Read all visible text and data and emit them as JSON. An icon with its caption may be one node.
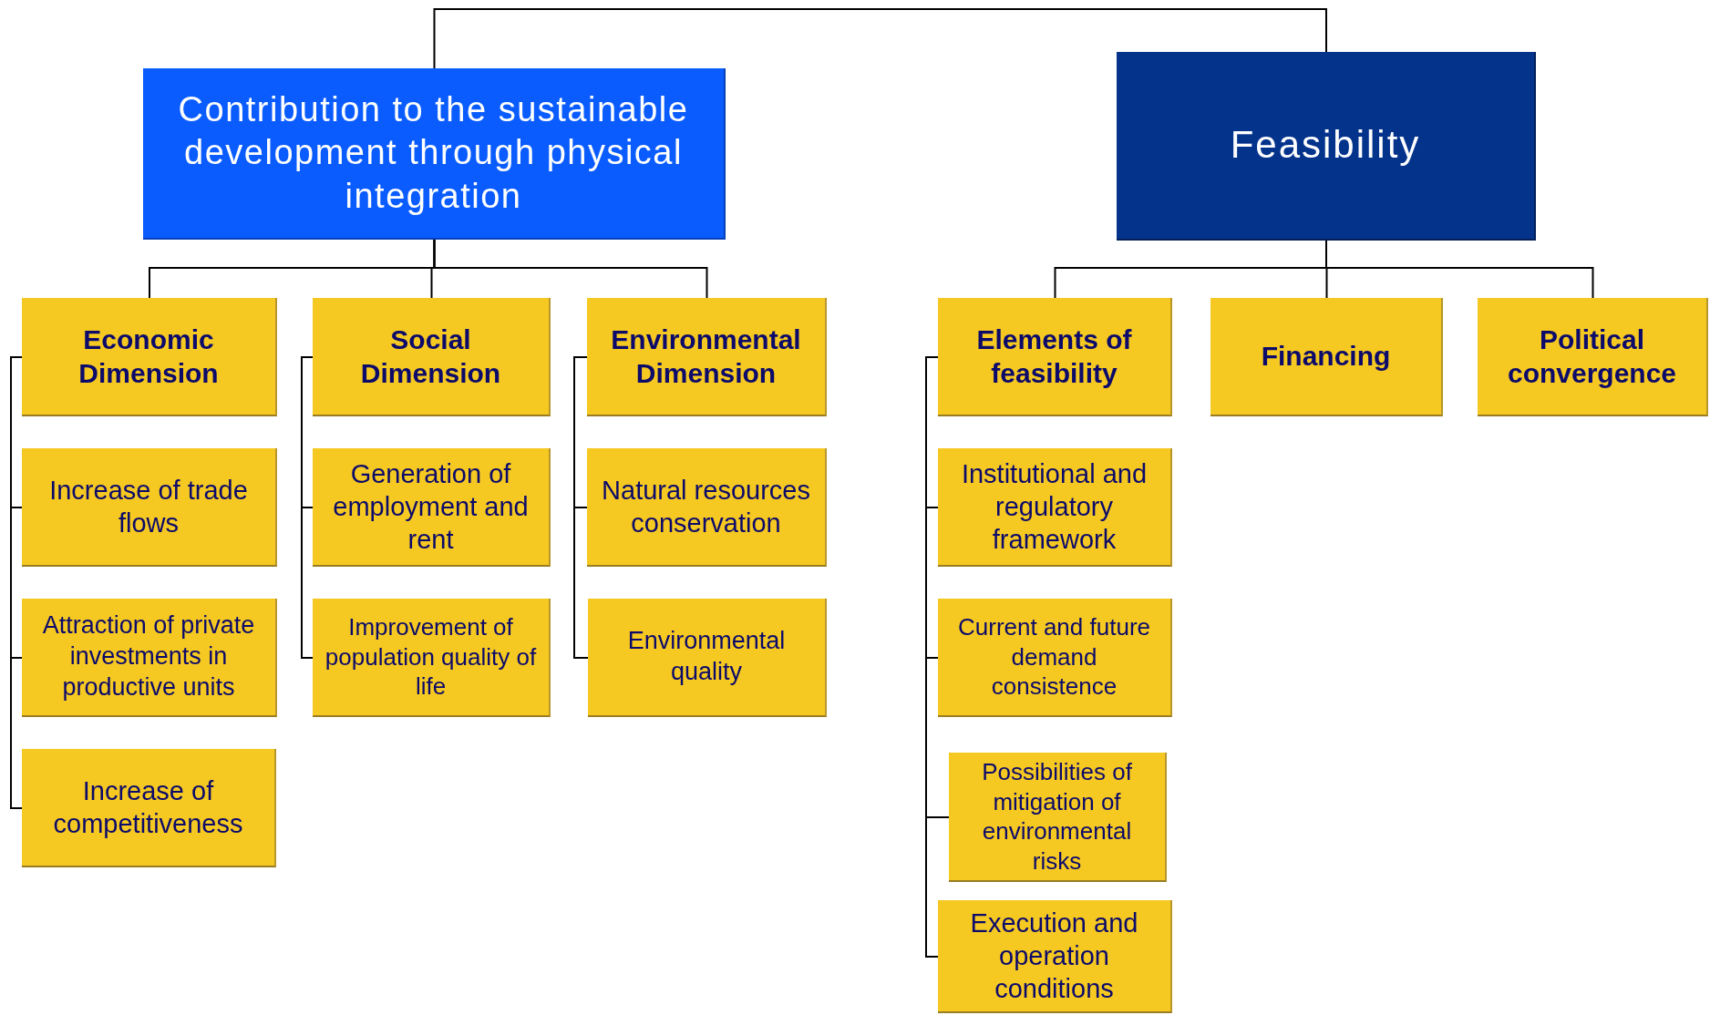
{
  "diagram": {
    "nodes": [
      {
        "text": [
          "Contribution to the sustainable development through physical integration"
        ]
      },
      {
        "text": [
          "Feasibility"
        ]
      },
      {
        "text": [
          "Economic Dimension"
        ]
      },
      {
        "text": [
          "Social Dimension"
        ]
      },
      {
        "text": [
          "Environmental Dimension"
        ]
      },
      {
        "text": [
          "Elements of feasibility"
        ]
      },
      {
        "text": [
          "Financing"
        ]
      },
      {
        "text": [
          "Political convergence"
        ]
      },
      {
        "text": [
          "Increase of trade flows"
        ]
      },
      {
        "text": [
          "Generation of employment and rent"
        ]
      },
      {
        "text": [
          "Natural resources conservation"
        ]
      },
      {
        "text": [
          "Institutional and regulatory framework"
        ]
      },
      {
        "text": [
          "Attraction of private investments in productive units"
        ]
      },
      {
        "text": [
          "Improvement of population quality of life"
        ]
      },
      {
        "text": [
          "Environmental quality"
        ]
      },
      {
        "text": [
          "Current and future demand consistence"
        ]
      },
      {
        "text": [
          "Increase of competitiveness"
        ]
      },
      {
        "text": [
          "Possibilities of mitigation of environmental risks"
        ]
      },
      {
        "text": [
          "Execution and operation conditions"
        ]
      }
    ],
    "edges": [
      {
        "from": 0,
        "to": 1,
        "arrow": "none"
      },
      {
        "from": 0,
        "to": 2,
        "arrow": "none"
      },
      {
        "from": 0,
        "to": 3,
        "arrow": "none"
      },
      {
        "from": 0,
        "to": 4,
        "arrow": "none"
      },
      {
        "from": 1,
        "to": 5,
        "arrow": "none"
      },
      {
        "from": 1,
        "to": 6,
        "arrow": "none"
      },
      {
        "from": 1,
        "to": 7,
        "arrow": "none"
      },
      {
        "from": 2,
        "to": 8,
        "arrow": "none"
      },
      {
        "from": 2,
        "to": 12,
        "arrow": "none"
      },
      {
        "from": 2,
        "to": 16,
        "arrow": "none"
      },
      {
        "from": 3,
        "to": 9,
        "arrow": "none"
      },
      {
        "from": 3,
        "to": 13,
        "arrow": "none"
      },
      {
        "from": 4,
        "to": 10,
        "arrow": "none"
      },
      {
        "from": 4,
        "to": 14,
        "arrow": "none"
      },
      {
        "from": 5,
        "to": 11,
        "arrow": "none"
      },
      {
        "from": 5,
        "to": 15,
        "arrow": "none"
      },
      {
        "from": 5,
        "to": 17,
        "arrow": "none"
      },
      {
        "from": 5,
        "to": 18,
        "arrow": "none"
      }
    ]
  }
}
